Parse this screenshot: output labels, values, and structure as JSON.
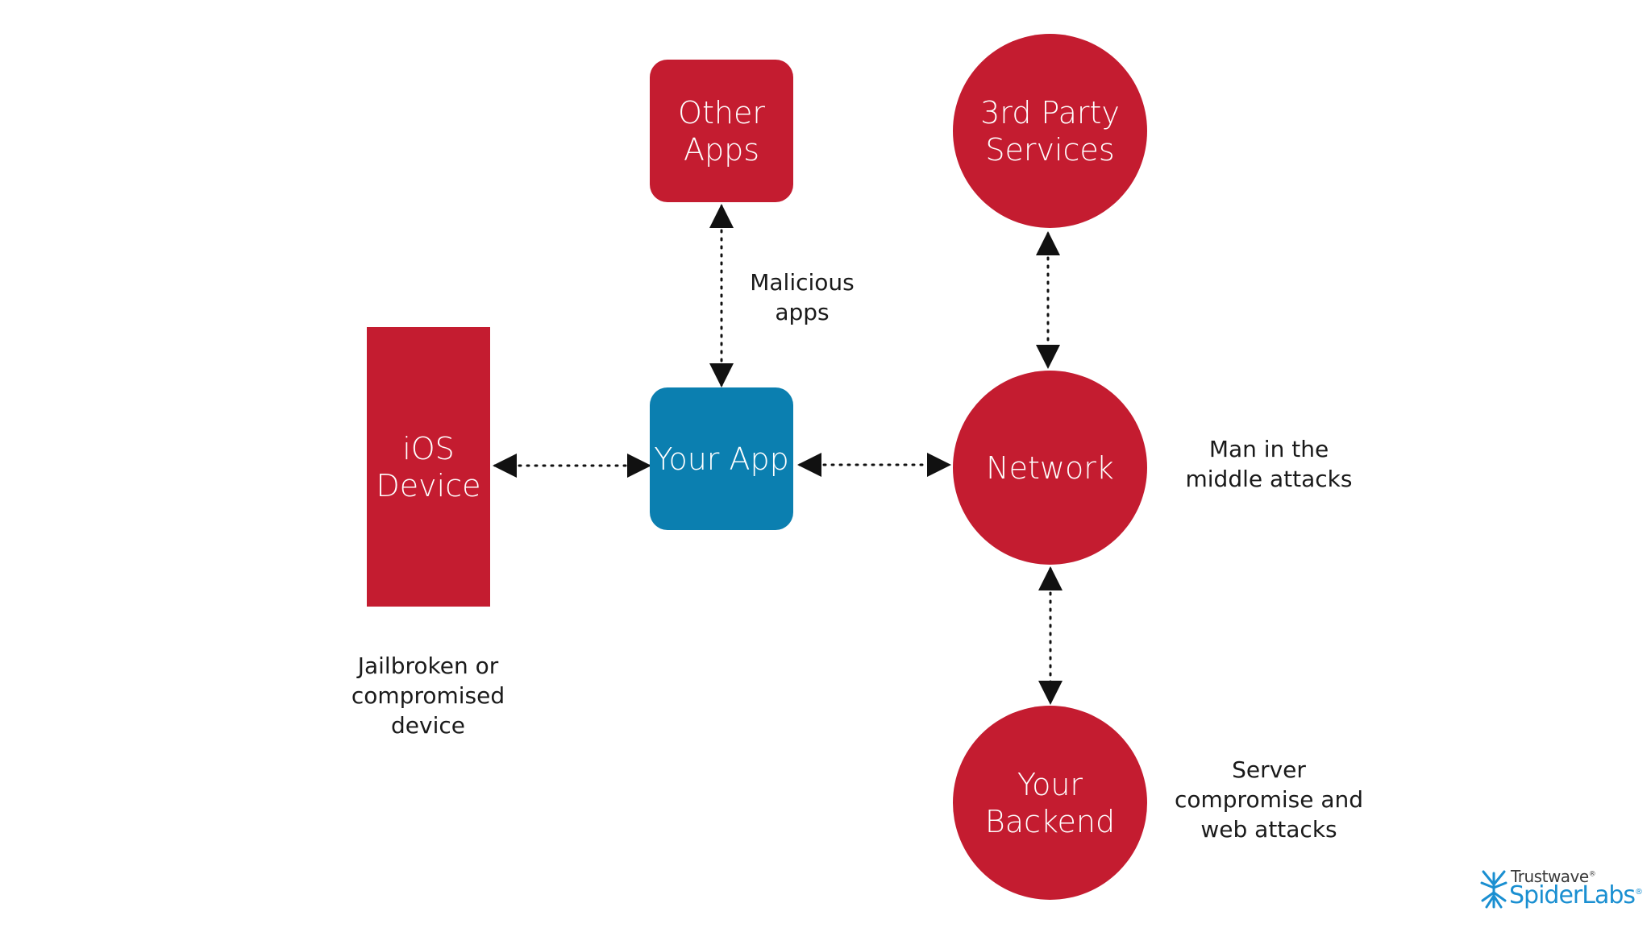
{
  "nodes": {
    "other_apps": "Other\nApps",
    "third_party": "3rd Party\nServices",
    "ios_device": "iOS\nDevice",
    "your_app": "Your App",
    "network": "Network",
    "your_backend": "Your\nBackend"
  },
  "notes": {
    "malicious": "Malicious\napps",
    "jailbroken": "Jailbroken or\ncompromised\ndevice",
    "mitm": "Man in the\nmiddle attacks",
    "server": "Server\ncompromise and\nweb attacks"
  },
  "logo": {
    "top": "Trustwave",
    "bottom": "SpiderLabs",
    "mark": "®"
  },
  "colors": {
    "node_red": "#c41c30",
    "node_blue": "#0b7fb0",
    "connector": "#111111",
    "logo_blue": "#1a8fd1"
  },
  "icons": {
    "logo_mark": "spider-icon"
  }
}
